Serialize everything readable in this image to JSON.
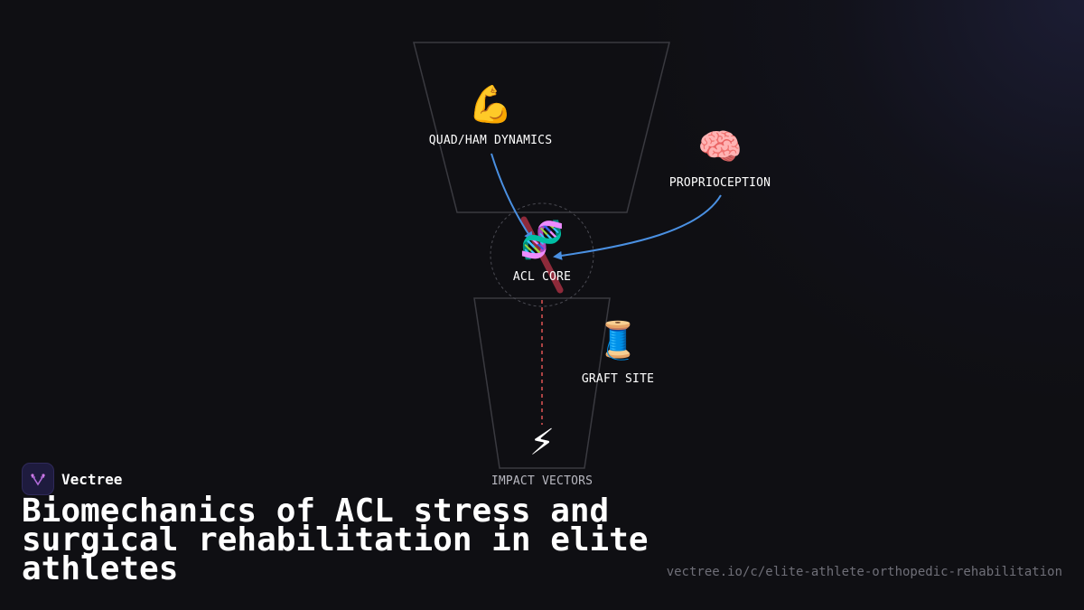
{
  "diagram": {
    "nodes": {
      "quad": {
        "icon": "💪",
        "icon_name": "flexed-biceps-icon",
        "label": "QUAD/HAM DYNAMICS"
      },
      "proprio": {
        "icon": "🧠",
        "icon_name": "brain-icon",
        "label": "PROPRIOCEPTION"
      },
      "acl": {
        "icon": "🧬",
        "icon_name": "dna-icon",
        "label": "ACL CORE"
      },
      "graft": {
        "icon": "🧵",
        "icon_name": "thread-spool-icon",
        "label": "GRAFT SITE"
      },
      "impact": {
        "icon": "⚡",
        "icon_name": "lightning-icon",
        "label": "IMPACT VECTORS"
      }
    },
    "colors": {
      "arrow": "#4a90e2",
      "dashed_link": "#e05555",
      "ligament": "#8e2a3a",
      "outline": "#3a3a40"
    }
  },
  "brand": {
    "name": "Vectree"
  },
  "title": "Biomechanics of ACL stress and surgical rehabilitation in elite athletes",
  "url": "vectree.io/c/elite-athlete-orthopedic-rehabilitation"
}
